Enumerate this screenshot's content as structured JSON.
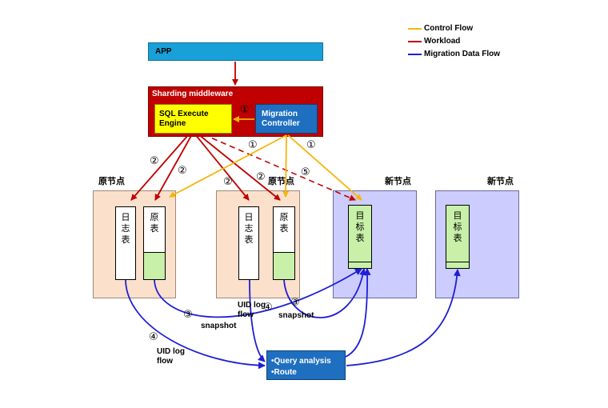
{
  "legend": {
    "control_flow": "Control Flow",
    "workload": "Workload",
    "migration_data_flow": "Migration Data Flow",
    "colors": {
      "control": "#f5b50a",
      "workload": "#c00000",
      "migration": "#1f1fd6"
    }
  },
  "app": {
    "label": "APP",
    "color": "#1aa0d8"
  },
  "middleware": {
    "title": "Sharding middleware",
    "color": "#c00000",
    "sql_engine": "SQL Execute\nEngine",
    "sql_engine_color": "#ffff00",
    "controller": "Migration\nController",
    "controller_color": "#1f6fc0"
  },
  "nodes": {
    "orig1_title": "原节点",
    "orig2_title": "原节点",
    "new1_title": "新节点",
    "new2_title": "新节点",
    "orig_color": "#fbe0cc",
    "new_color": "#ccccff"
  },
  "tables": {
    "log_table": "日\n志\n表",
    "orig_table": "原\n表",
    "target_table": "目\n标\n表",
    "table_fill": "#c8f0a8",
    "orig_fill_lower": "#c8f0a8"
  },
  "markers": {
    "m1_a": "①",
    "m1_b": "①",
    "m1_c": "①",
    "m2_a": "②",
    "m2_b": "②",
    "m2_c": "②",
    "m2_d": "②",
    "m5": "⑤",
    "m3_a": "③",
    "m3_b": "③",
    "m4_a": "④",
    "m4_b": "④"
  },
  "flow_labels": {
    "snapshot_a": "snapshot",
    "snapshot_b": "snapshot",
    "uid_log_a": "UID log\nflow",
    "uid_log_b": "UID log\nflow"
  },
  "query": {
    "line1": "•Query analysis",
    "line2": "•Route",
    "color": "#1f6fc0"
  }
}
